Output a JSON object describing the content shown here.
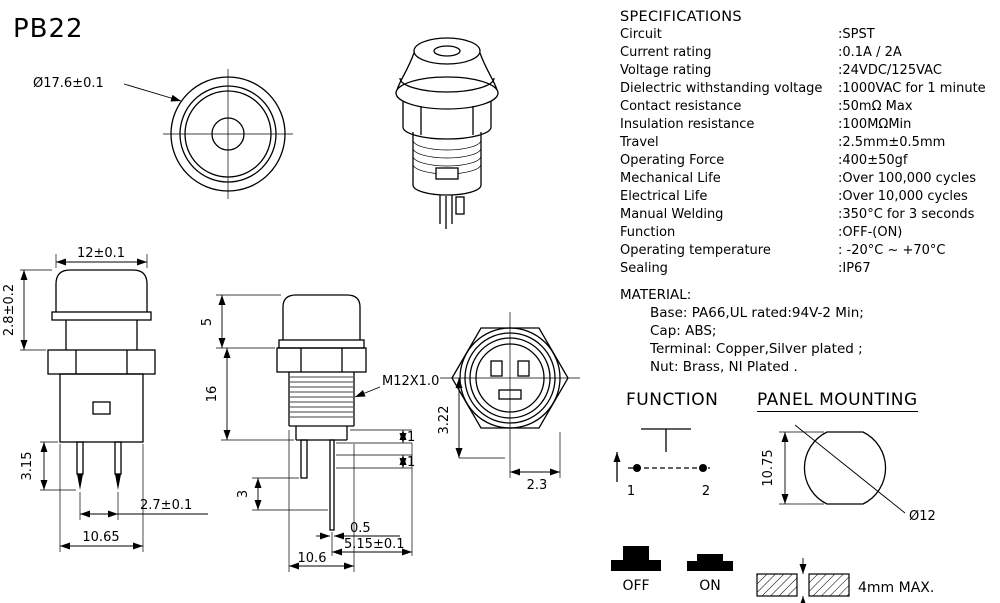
{
  "title": "PB22",
  "specifications": {
    "heading": "SPECIFICATIONS",
    "rows": [
      {
        "label": "Circuit",
        "value": ":SPST"
      },
      {
        "label": "Current rating",
        "value": ":0.1A / 2A"
      },
      {
        "label": "Voltage rating",
        "value": ":24VDC/125VAC"
      },
      {
        "label": "Dielectric withstanding voltage",
        "value": ":1000VAC for 1 minute"
      },
      {
        "label": "Contact resistance",
        "value": ":50mΩ Max"
      },
      {
        "label": "Insulation resistance",
        "value": ":100MΩMin"
      },
      {
        "label": "Travel",
        "value": ":2.5mm±0.5mm"
      },
      {
        "label": "Operating Force",
        "value": ":400±50gf"
      },
      {
        "label": "Mechanical Life",
        "value": ":Over 100,000 cycles"
      },
      {
        "label": "Electrical Life",
        "value": ":Over 10,000 cycles"
      },
      {
        "label": "Manual Welding",
        "value": ":350°C for 3 seconds"
      },
      {
        "label": "Function",
        "value": ":OFF-(ON)"
      },
      {
        "label": "Operating temperature",
        "value": ": -20°C ~ +70°C"
      },
      {
        "label": "Sealing",
        "value": ":IP67"
      }
    ]
  },
  "material": {
    "heading": "MATERIAL:",
    "lines": [
      "Base: PA66,UL rated:94V-2 Min;",
      "Cap: ABS;",
      "Terminal: Copper,Silver plated ;",
      "Nut: Brass, NI Plated ."
    ]
  },
  "function_diagram": {
    "heading": "FUNCTION",
    "terminal_1": "1",
    "terminal_2": "2",
    "off_label": "OFF",
    "on_label": "ON"
  },
  "panel_mounting": {
    "heading": "PANEL MOUNTING",
    "flat_width": "10.75",
    "hole_diameter": "Ø12",
    "max_thickness": "4mm MAX."
  },
  "dimensions": {
    "top_view_diameter": "Ø17.6±0.1",
    "cap_width": "12±0.1",
    "cap_height": "2.8±0.2",
    "pin_length": "3.15",
    "pin_spacing": "2.7±0.1",
    "body_width": "10.65",
    "side_cap_height": "5",
    "side_body_length": "16",
    "thread_spec": "M12X1.0",
    "terminal_step_1": "1",
    "terminal_step_2": "1",
    "side_pin_length": "3",
    "pin_thickness": "0.5",
    "pin_offset": "5.15±0.1",
    "side_body_width": "10.6",
    "bottom_terminal_offset": "3.22",
    "bottom_terminal_spacing": "2.3"
  }
}
